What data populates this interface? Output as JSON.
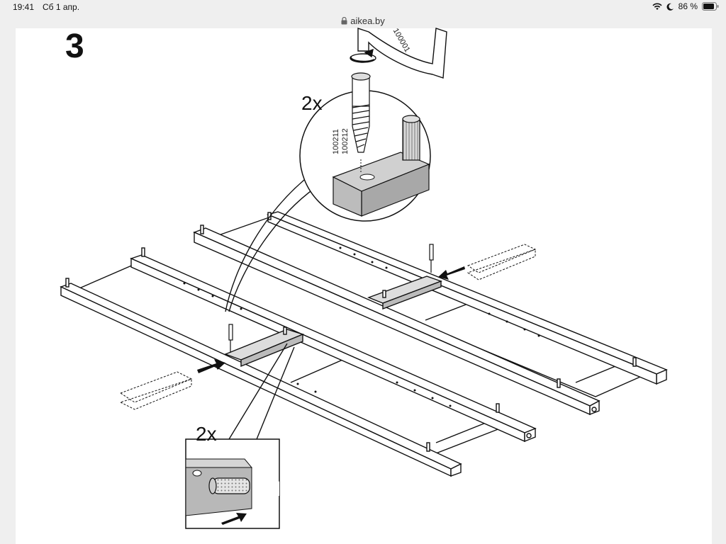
{
  "status_bar": {
    "time": "19:41",
    "date": "Сб 1 апр.",
    "battery": "86 %"
  },
  "address_bar": {
    "url": "aikea.by"
  },
  "instructions": {
    "step_number": "3",
    "quantity_top": "2x",
    "quantity_bottom": "2x",
    "part_tool": "100001",
    "part_bolt_a": "100211",
    "part_bolt_b": "100212"
  }
}
